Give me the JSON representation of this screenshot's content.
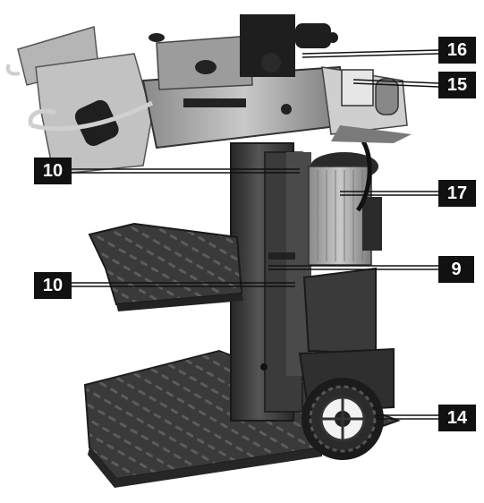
{
  "callouts": {
    "c16": "16",
    "c15": "15",
    "c10_upper": "10",
    "c17": "17",
    "c9": "9",
    "c10_lower": "10",
    "c14": "14"
  },
  "colors": {
    "label_bg": "#111111",
    "label_text": "#ffffff",
    "metal_dark": "#2e2e2e",
    "metal_mid": "#6b6b6b",
    "metal_light": "#bdbdbd",
    "background": "#ffffff"
  }
}
